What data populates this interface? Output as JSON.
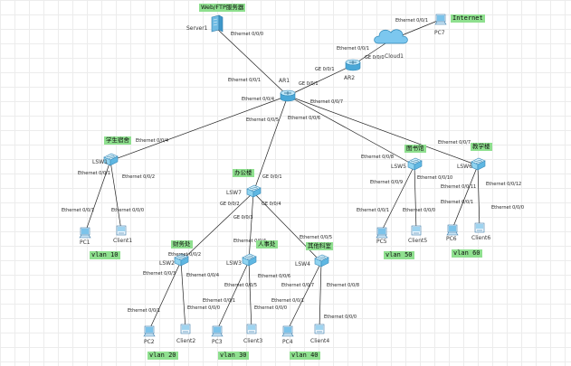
{
  "devices": {
    "server1": "Server1",
    "ar1": "AR1",
    "ar2": "AR2",
    "cloud1": "Cloud1",
    "pc7": "PC7",
    "lsw1": "LSW1",
    "lsw7": "LSW7",
    "lsw5": "LSW5",
    "lsw6": "LSW6",
    "lsw2": "LSW2",
    "lsw3": "LSW3",
    "lsw4": "LSW4",
    "pc1": "PC1",
    "client1": "Client1",
    "pc5": "PC5",
    "client5": "Client5",
    "pc6": "PC6",
    "client6": "Client6",
    "pc2": "PC2",
    "client2": "Client2",
    "pc3": "PC3",
    "client3": "Client3",
    "pc4": "PC4",
    "client4": "Client4"
  },
  "tags": {
    "web_ftp": "Web/FTP服务器",
    "internet": "Internet",
    "dorm": "学生宿舍",
    "office": "办公楼",
    "library": "图书馆",
    "teaching": "教学楼",
    "finance": "财务处",
    "hr": "人事处",
    "other": "其他科室",
    "vlan10": "vlan 10",
    "vlan20": "vlan 20",
    "vlan30": "vlan 30",
    "vlan40": "vlan 40",
    "vlan50": "vlan 50",
    "vlan60": "vlan 60"
  },
  "ports": {
    "server_e000": "Ethernet 0/0/0",
    "pc7_e001": "Ethernet 0/0/1",
    "cloud_e001": "Ethernet 0/0/1",
    "ar2_ge001": "GE 0/0/1",
    "ar2_ge000": "GE 0/0/0",
    "ar1_ge001": "GE 0/0/1",
    "ar1_e001": "Ethernet 0/0/1",
    "ar1_e004": "Ethernet 0/0/4",
    "ar1_e005": "Ethernet 0/0/5",
    "ar1_e006": "Ethernet 0/0/6",
    "ar1_e007": "Ethernet 0/0/7",
    "lsw1_e004": "Ethernet 0/0/4",
    "lsw1_e001": "Ethernet 0/0/1",
    "lsw1_e002": "Ethernet 0/0/2",
    "pc1_e001": "Ethernet 0/0/1",
    "client1_e000": "Ethernet 0/0/0",
    "lsw7_ge001": "GE 0/0/1",
    "lsw7_ge002": "GE 0/0/2",
    "lsw7_ge003": "GE 0/0/3",
    "lsw7_ge004": "GE 0/0/4",
    "lsw5_e008": "Ethernet 0/0/8",
    "lsw5_e009": "Ethernet 0/0/9",
    "lsw5_e0010": "Ethernet 0/0/10",
    "pc5_e001": "Ethernet 0/0/1",
    "client5_e000": "Ethernet 0/0/0",
    "lsw6_e007": "Ethernet 0/0/7",
    "lsw6_e0011": "Ethernet 0/0/11",
    "lsw6_e0012": "Ethernet 0/0/12",
    "pc6_e001": "Ethernet 0/0/1",
    "client6_e000": "Ethernet 0/0/0",
    "lsw2_e002": "Ethernet 0/0/2",
    "lsw2_e003": "Ethernet 0/0/3",
    "lsw2_e004": "Ethernet 0/0/4",
    "pc2_e001": "Ethernet 0/0/1",
    "client2_e000": "Ethernet 0/0/0",
    "lsw3_e004": "Ethernet 0/0/4",
    "lsw3_e005": "Ethernet 0/0/5",
    "lsw3_e006": "Ethernet 0/0/6",
    "pc3_e001": "Ethernet 0/0/1",
    "client3_e000": "Ethernet 0/0/0",
    "lsw4_e005": "Ethernet 0/0/5",
    "lsw4_e007": "Ethernet 0/0/7",
    "lsw4_e008": "Ethernet 0/0/8",
    "pc4_e001": "Ethernet 0/0/1",
    "client4_e000": "Ethernet 0/0/0"
  },
  "colors": {
    "link": "#222222",
    "router": "#4aa8d8",
    "switch": "#8fd3f0",
    "tag_bg": "#8fe08f",
    "grid": "#ececec"
  }
}
